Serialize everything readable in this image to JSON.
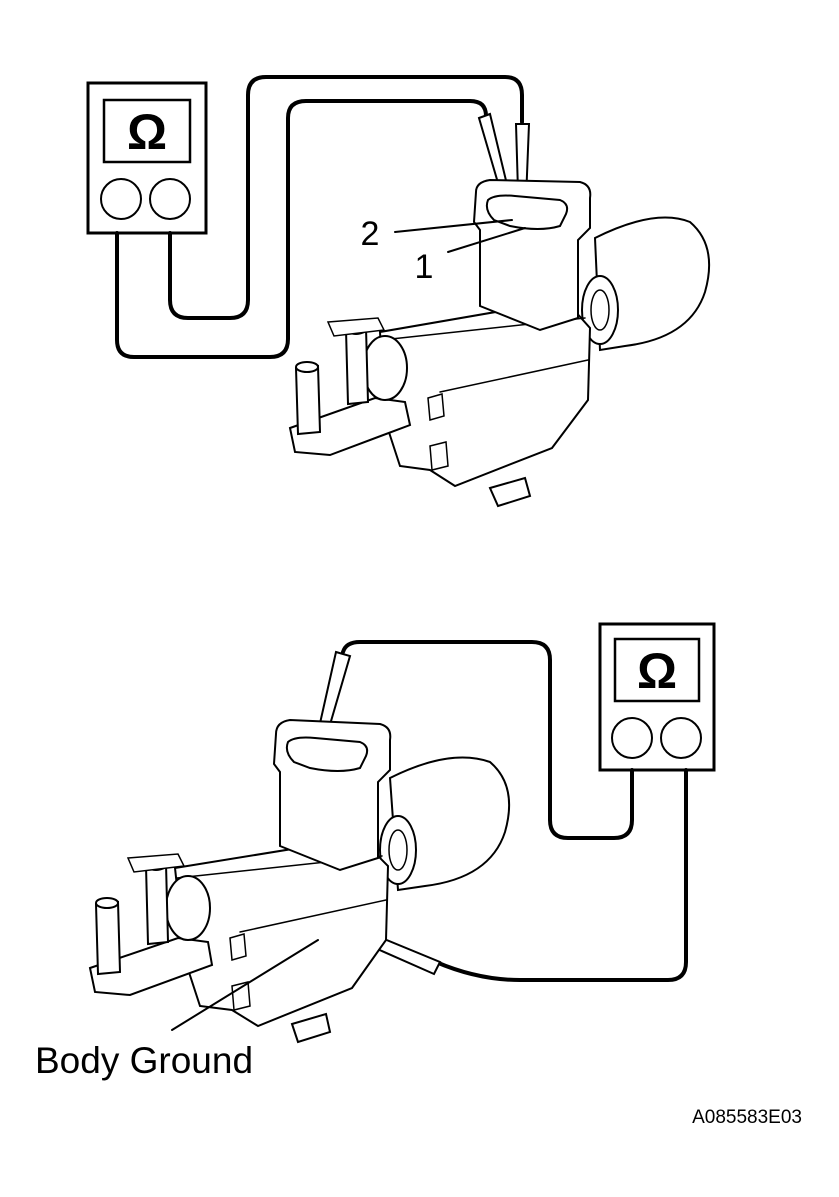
{
  "diagram": {
    "meter_symbol": "Ω",
    "callout_terminal_2": "2",
    "callout_terminal_1": "1",
    "body_ground_label": "Body Ground",
    "figure_code": "A085583E03"
  }
}
